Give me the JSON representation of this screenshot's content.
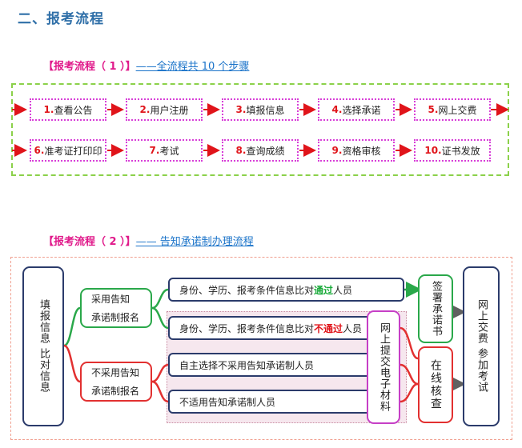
{
  "section_title": "二、报考流程",
  "flow1": {
    "tag": "【报考流程（ 1 ）】",
    "desc": "——全流程共 10 个步骤",
    "steps": [
      {
        "num": "1.",
        "label": "查看公告"
      },
      {
        "num": "2.",
        "label": "用户注册"
      },
      {
        "num": "3.",
        "label": "填报信息"
      },
      {
        "num": "4.",
        "label": "选择承诺"
      },
      {
        "num": "5.",
        "label": "网上交费"
      },
      {
        "num": "6.",
        "label": "准考证打印印"
      },
      {
        "num": "7.",
        "label": "考试"
      },
      {
        "num": "8.",
        "label": "查询成绩"
      },
      {
        "num": "9.",
        "label": "资格审核"
      },
      {
        "num": "10.",
        "label": "证书发放"
      }
    ]
  },
  "flow2": {
    "tag": "【报考流程（ 2 ）】",
    "desc": "——  告知承诺制办理流程",
    "fill_info": "填报信息  比对信息",
    "adopt": {
      "line1": "采用告知",
      "line2": "承诺制报名"
    },
    "not_adopt": {
      "line1": "不采用告知",
      "line2": "承诺制报名"
    },
    "compare_pass": {
      "prefix": "身份、学历、报考条件信息比对",
      "highlight": "通过",
      "suffix": "人员"
    },
    "compare_fail": {
      "prefix": "身份、学历、报考条件信息比对",
      "highlight": "不通过",
      "suffix": "人员"
    },
    "self_choose": "自主选择不采用告知承诺制人员",
    "not_applicable": "不适用告知承诺制人员",
    "submit_materials": "网上提交电子材料",
    "sign": "签署承诺书",
    "online_review": "在线核查",
    "pay_exam": "网上交费  参加考试"
  }
}
